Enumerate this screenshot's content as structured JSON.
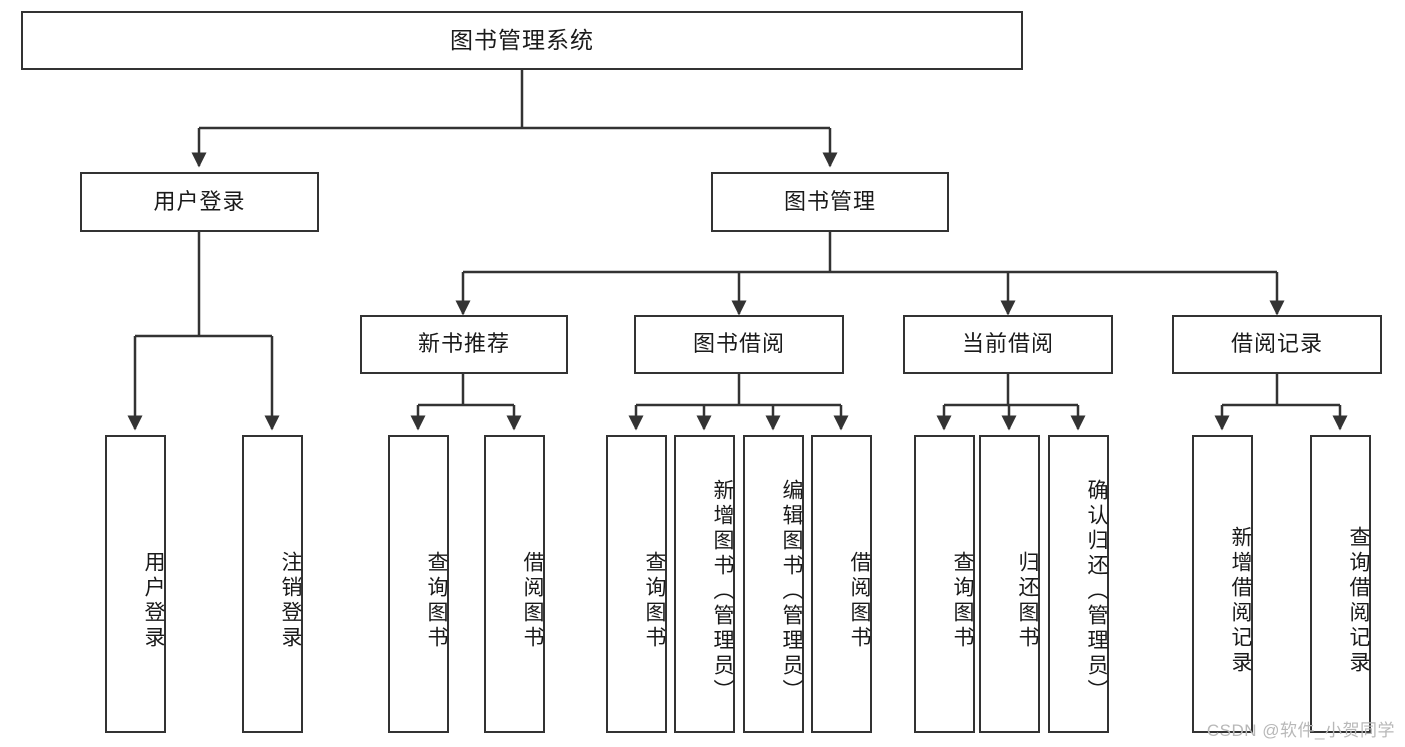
{
  "diagram": {
    "title": "图书管理系统",
    "type": "tree",
    "watermark": "CSDN @软件_小贺同学",
    "colors": {
      "border": "#333333",
      "background": "#ffffff",
      "text": "#1a1a1a",
      "watermark": "#b8b8b8"
    }
  },
  "nodes": {
    "root": {
      "label": "图书管理系统"
    },
    "level2": [
      {
        "id": "user-login",
        "label": "用户登录"
      },
      {
        "id": "book-manage",
        "label": "图书管理"
      }
    ],
    "level3": [
      {
        "id": "new-book-recommend",
        "label": "新书推荐"
      },
      {
        "id": "book-borrow",
        "label": "图书借阅"
      },
      {
        "id": "current-borrow",
        "label": "当前借阅"
      },
      {
        "id": "borrow-record",
        "label": "借阅记录"
      }
    ],
    "leaves": {
      "user-login": [
        {
          "id": "leaf-user-login",
          "label": "用户登录"
        },
        {
          "id": "leaf-logout",
          "label": "注销登录"
        }
      ],
      "new-book-recommend": [
        {
          "id": "leaf-query-book-1",
          "label": "查询图书"
        },
        {
          "id": "leaf-borrow-book-1",
          "label": "借阅图书"
        }
      ],
      "book-borrow": [
        {
          "id": "leaf-query-book-2",
          "label": "查询图书"
        },
        {
          "id": "leaf-add-book",
          "label": "新增图书（管理员）"
        },
        {
          "id": "leaf-edit-book",
          "label": "编辑图书（管理员）"
        },
        {
          "id": "leaf-borrow-book-2",
          "label": "借阅图书"
        }
      ],
      "current-borrow": [
        {
          "id": "leaf-query-book-3",
          "label": "查询图书"
        },
        {
          "id": "leaf-return-book",
          "label": "归还图书"
        },
        {
          "id": "leaf-confirm-return",
          "label": "确认归还（管理员）"
        }
      ],
      "borrow-record": [
        {
          "id": "leaf-add-record",
          "label": "新增借阅记录"
        },
        {
          "id": "leaf-query-record",
          "label": "查询借阅记录"
        }
      ]
    }
  },
  "chart_data": {
    "type": "table",
    "title": "图书管理系统",
    "hierarchy": [
      {
        "label": "用户登录",
        "children": [
          "用户登录",
          "注销登录"
        ]
      },
      {
        "label": "图书管理",
        "children": [
          {
            "label": "新书推荐",
            "children": [
              "查询图书",
              "借阅图书"
            ]
          },
          {
            "label": "图书借阅",
            "children": [
              "查询图书",
              "新增图书（管理员）",
              "编辑图书（管理员）",
              "借阅图书"
            ]
          },
          {
            "label": "当前借阅",
            "children": [
              "查询图书",
              "归还图书",
              "确认归还（管理员）"
            ]
          },
          {
            "label": "借阅记录",
            "children": [
              "新增借阅记录",
              "查询借阅记录"
            ]
          }
        ]
      }
    ]
  }
}
